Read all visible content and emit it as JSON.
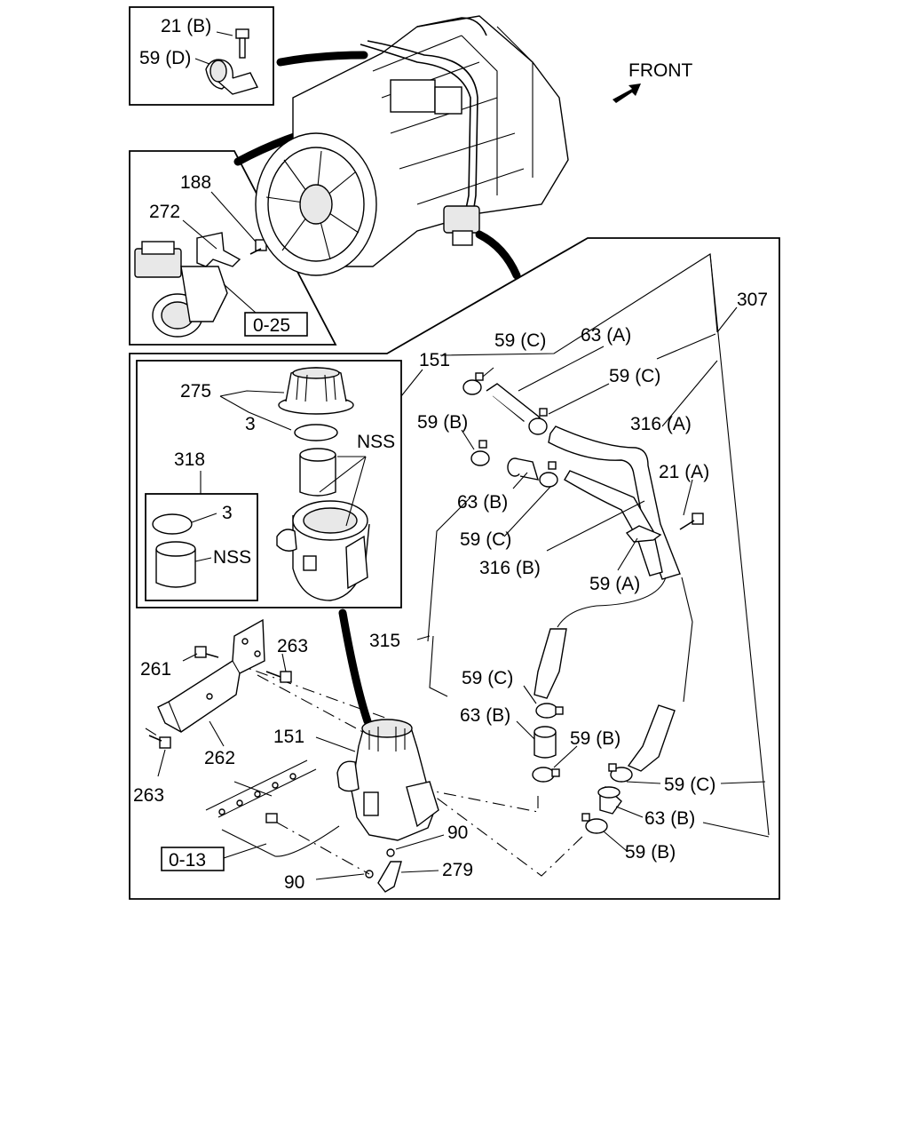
{
  "front_label": "FRONT",
  "ref_boxes": {
    "top": "0-25",
    "bottom": "0-13"
  },
  "labels": {
    "l21b": "21 (B)",
    "l59d": "59 (D)",
    "l188": "188",
    "l272": "272",
    "l307": "307",
    "l151a": "151",
    "l151b": "151",
    "l275": "275",
    "l3a": "3",
    "l3b": "3",
    "l318": "318",
    "lnss1": "NSS",
    "lnss2": "NSS",
    "l59c1": "59 (C)",
    "l63a": "63 (A)",
    "l59c2": "59 (C)",
    "l59b1": "59 (B)",
    "l316a": "316 (A)",
    "l21a": "21 (A)",
    "l63b1": "63 (B)",
    "l59c3": "59 (C)",
    "l316b": "316 (B)",
    "l59a": "59 (A)",
    "l315": "315",
    "l59c4": "59 (C)",
    "l63b2": "63 (B)",
    "l59b2": "59 (B)",
    "l59c5": "59 (C)",
    "l63b3": "63 (B)",
    "l59b3": "59 (B)",
    "l263a": "263",
    "l261": "261",
    "l262": "262",
    "l263b": "263",
    "l90a": "90",
    "l90b": "90",
    "l279": "279"
  }
}
